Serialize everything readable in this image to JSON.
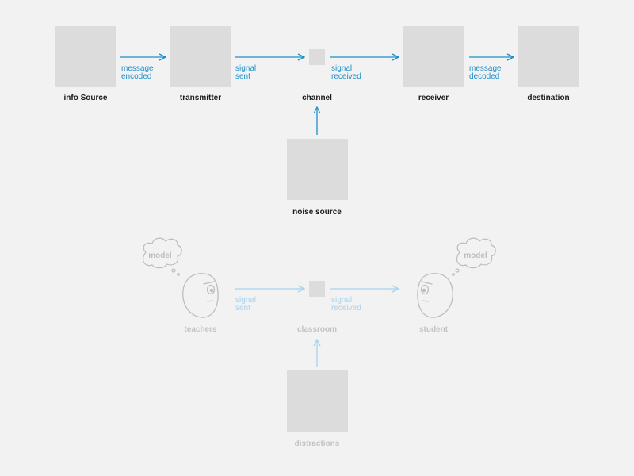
{
  "colors": {
    "accent": "#1d8ec9",
    "accent_faded": "#a6d3ee",
    "box": "#dcdcdc",
    "background": "#f2f2f2"
  },
  "shannon": {
    "nodes": {
      "info_source": "info Source",
      "transmitter": "transmitter",
      "channel": "channel",
      "receiver": "receiver",
      "destination": "destination",
      "noise_source": "noise source"
    },
    "edges": {
      "e1": {
        "line1": "message",
        "line2": "encoded"
      },
      "e2": {
        "line1": "signal",
        "line2": "sent"
      },
      "e3": {
        "line1": "signal",
        "line2": "received"
      },
      "e4": {
        "line1": "message",
        "line2": "decoded"
      }
    }
  },
  "classroom": {
    "nodes": {
      "teachers": "teachers",
      "classroom": "classroom",
      "student": "student",
      "distractions": "distractions"
    },
    "edges": {
      "e1": {
        "line1": "signal",
        "line2": "sent"
      },
      "e2": {
        "line1": "signal",
        "line2": "received"
      }
    },
    "thought_teacher": "model",
    "thought_student": "model"
  }
}
